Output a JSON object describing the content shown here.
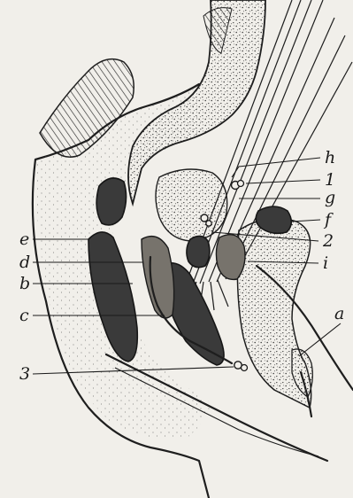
{
  "labels": {
    "h": "h",
    "n1": "1",
    "g": "g",
    "f": "f",
    "n2": "2",
    "i": "i",
    "a": "a",
    "e": "e",
    "d": "d",
    "b": "b",
    "c": "c",
    "n3": "3"
  }
}
